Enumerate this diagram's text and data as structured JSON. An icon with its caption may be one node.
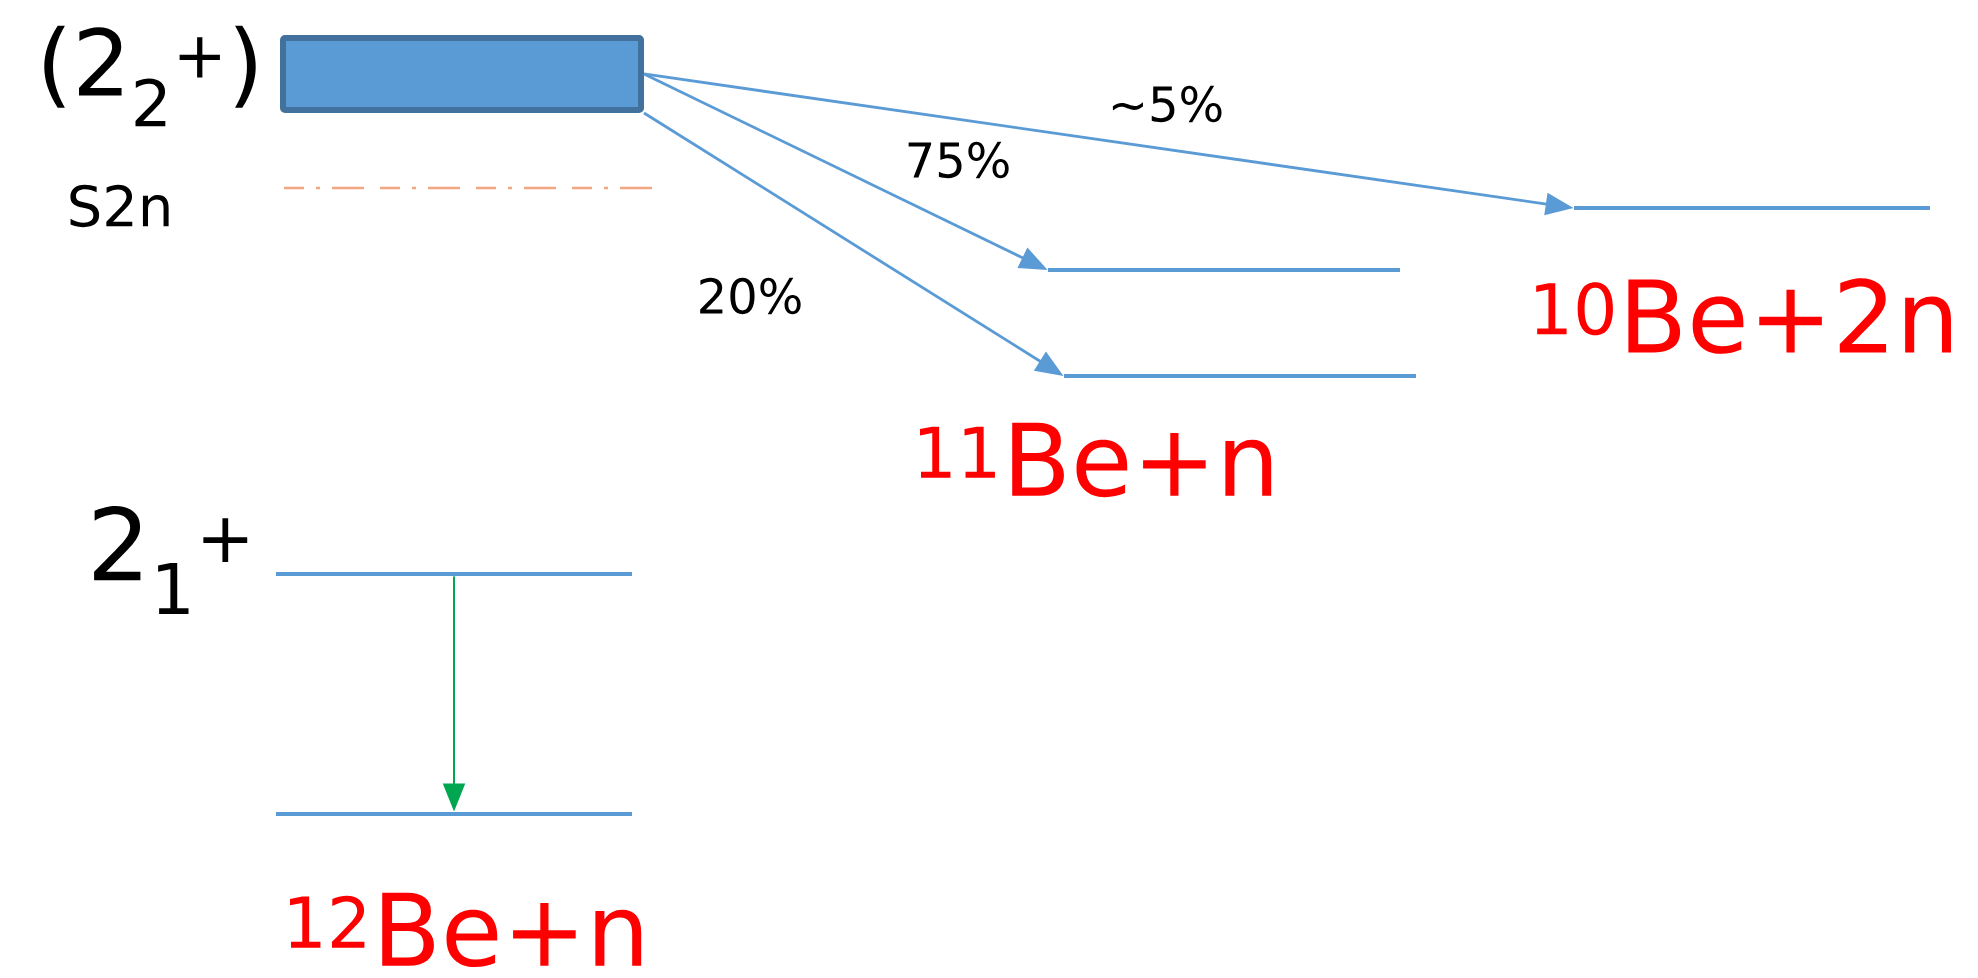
{
  "diagram": {
    "nodes": [
      {
        "text": [],
        "shape": "box",
        "beside": [
          "(2$_{2}$$^{+}$)"
        ]
      },
      {
        "text": [],
        "shape": "line"
      },
      {
        "text": [],
        "shape": "line"
      },
      {
        "text": [],
        "shape": "line"
      },
      {
        "text": [],
        "shape": "line",
        "beside": [
          "2$_{1}$$^{+}$"
        ]
      },
      {
        "text": [],
        "shape": "line"
      }
    ],
    "edges": [
      {
        "from": 0,
        "to": 3,
        "arrow": "to",
        "label": "~5%"
      },
      {
        "from": 0,
        "to": 1,
        "arrow": "to",
        "label": "75%"
      },
      {
        "from": 0,
        "to": 2,
        "arrow": "to",
        "label": "20%"
      },
      {
        "from": 4,
        "to": 5,
        "arrow": "to",
        "color": "#00a650"
      }
    ],
    "labels": [
      "S2n",
      "$^{11}$Be+n",
      "$^{10}$Be+2n",
      "$^{12}$Be+n"
    ]
  }
}
